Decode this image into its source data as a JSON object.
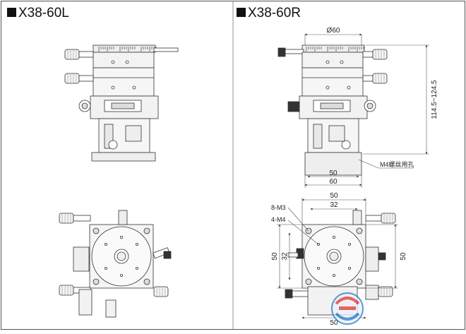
{
  "left_panel": {
    "title": "X38-60L"
  },
  "right_panel": {
    "title": "X38-60R",
    "side_view_dims": {
      "diameter": "Ø60",
      "height_range": "114.5~124.5",
      "base_width_inner": "50",
      "base_width_outer": "60",
      "mount_note": "M4螺丝用孔"
    },
    "top_view_dims": {
      "top_outer": "50",
      "top_inner": "32",
      "hole_m3": "8-M3",
      "hole_m4": "4-M4",
      "left_outer": "50",
      "left_inner": "32",
      "right": "50",
      "bottom": "50"
    }
  },
  "colors": {
    "line": "#333333",
    "dim_line": "#555555",
    "shade": "#cfcfcf",
    "accent_red": "#e2342f",
    "accent_blue": "#2a78c7"
  }
}
